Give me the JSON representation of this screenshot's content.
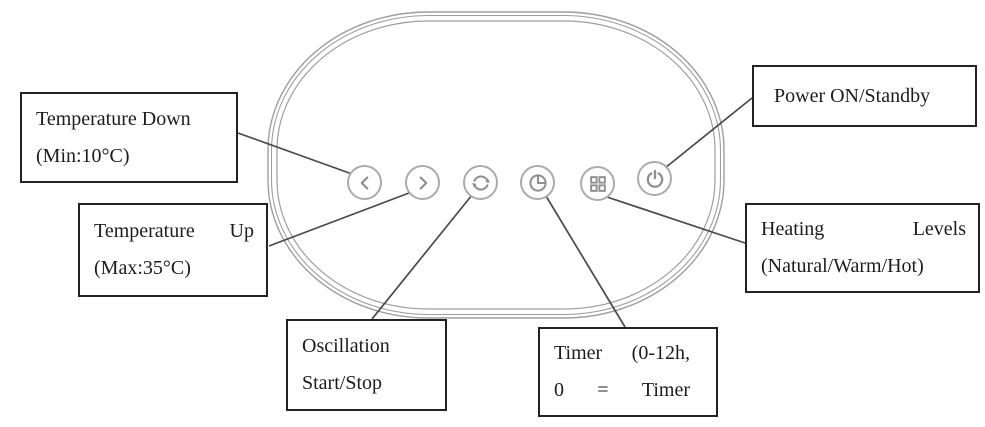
{
  "title": "Heater control panel diagram",
  "labels": {
    "temp_down": {
      "line1": "Temperature Down",
      "line2": "(Min:10°C)"
    },
    "temp_up": {
      "line1_words": [
        "Temperature",
        "Up"
      ],
      "line2": "(Max:35°C)"
    },
    "oscillation": {
      "line1": "Oscillation",
      "line2": "Start/Stop"
    },
    "timer": {
      "line1_words": [
        "Timer",
        "(0-12h,"
      ],
      "line2_words": [
        "0",
        "=",
        "Timer"
      ]
    },
    "power": {
      "line1": "Power ON/Standby"
    },
    "heating": {
      "line1_words": [
        "Heating",
        "Levels"
      ],
      "line2": "(Natural/Warm/Hot)"
    }
  },
  "buttons": [
    {
      "name": "temperature-down-button",
      "icon": "chevron-left-icon"
    },
    {
      "name": "temperature-up-button",
      "icon": "chevron-right-icon"
    },
    {
      "name": "oscillation-button",
      "icon": "oscillation-arrows-icon"
    },
    {
      "name": "timer-button",
      "icon": "timer-clock-icon"
    },
    {
      "name": "heating-levels-button",
      "icon": "grid-icon"
    },
    {
      "name": "power-button",
      "icon": "power-icon"
    }
  ],
  "colors": {
    "box_border": "#222222",
    "text": "#1c1c1c",
    "panel_outline": "#9e9e9e",
    "button_outline": "#ababab",
    "icon": "#8f8f8f",
    "leader_line": "#4a4a4a"
  }
}
